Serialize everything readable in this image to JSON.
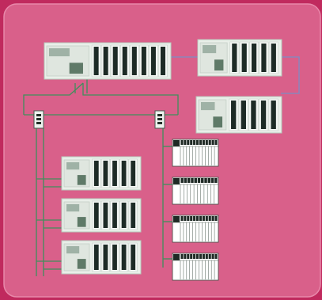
{
  "colors": {
    "frame": "#c02a5e",
    "panel": "#d9608a",
    "panel_edge": "#e888aa",
    "wire_green": "#3f8f5c",
    "wire_blue": "#7d8cc4",
    "device_body": "#e9efe9",
    "device_frame": "#b8c8bc",
    "module_dark": "#1d2b26",
    "module_light": "#f3f6f3"
  },
  "devices": {
    "main_controller": {
      "icon": "modular-plc-rack-icon",
      "modules": 8
    },
    "remote_racks_top": [
      {
        "icon": "modular-plc-rack-icon",
        "modules": 5
      },
      {
        "icon": "modular-plc-rack-icon",
        "modules": 5
      }
    ],
    "switches": [
      {
        "icon": "network-switch-icon"
      },
      {
        "icon": "network-switch-icon"
      }
    ],
    "io_drops_left": [
      {
        "icon": "io-drop-rack-icon",
        "modules": 5
      },
      {
        "icon": "io-drop-rack-icon",
        "modules": 5
      },
      {
        "icon": "io-drop-rack-icon",
        "modules": 5
      }
    ],
    "io_islands_right": [
      {
        "icon": "io-island-icon",
        "slices": 12
      },
      {
        "icon": "io-island-icon",
        "slices": 11
      },
      {
        "icon": "io-island-icon",
        "slices": 12
      },
      {
        "icon": "io-island-icon",
        "slices": 12
      }
    ]
  }
}
